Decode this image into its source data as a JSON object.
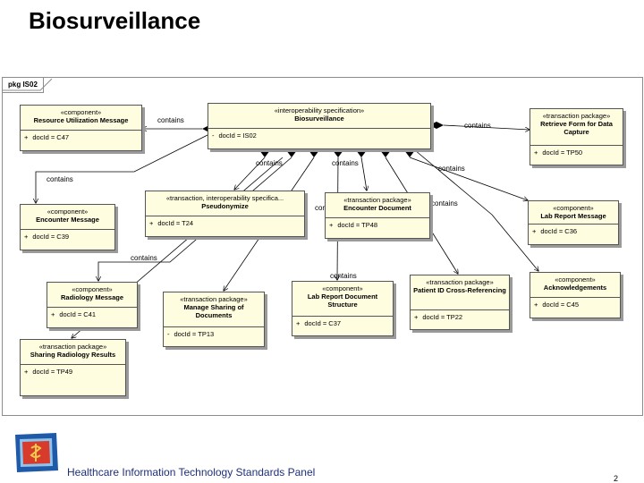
{
  "slide": {
    "title": "Biosurveillance",
    "footer": "Healthcare Information Technology Standards Panel",
    "page_number": "2"
  },
  "diagram": {
    "package_tab": "pkg IS02",
    "connector_label": "contains",
    "nodes": {
      "bio": {
        "stereotype": "«interoperability specification»",
        "name": "Biosurveillance",
        "visibility": "-",
        "attribute": "docId = IS02"
      },
      "ru": {
        "stereotype": "«component»",
        "name": "Resource Utilization Message",
        "visibility": "+",
        "attribute": "docId = C47"
      },
      "rfd": {
        "stereotype": "«transaction package»",
        "name": "Retrieve Form for Data Capture",
        "visibility": "+",
        "attribute": "docId = TP50"
      },
      "enc": {
        "stereotype": "«component»",
        "name": "Encounter Message",
        "visibility": "+",
        "attribute": "docId = C39"
      },
      "pseudo": {
        "stereotype": "«transaction, interoperability specifica...",
        "name": "Pseudonymize",
        "visibility": "+",
        "attribute": "docId = T24"
      },
      "encdoc": {
        "stereotype": "«transaction package»",
        "name": "Encounter Document",
        "visibility": "+",
        "attribute": "docId = TP48"
      },
      "lab": {
        "stereotype": "«component»",
        "name": "Lab Report Message",
        "visibility": "+",
        "attribute": "docId = C36"
      },
      "rad": {
        "stereotype": "«component»",
        "name": "Radiology Message",
        "visibility": "+",
        "attribute": "docId = C41"
      },
      "msd": {
        "stereotype": "«transaction package»",
        "name": "Manage Sharing of Documents",
        "visibility": "-",
        "attribute": "docId = TP13"
      },
      "labdoc": {
        "stereotype": "«component»",
        "name": "Lab Report Document Structure",
        "visibility": "+",
        "attribute": "docId = C37"
      },
      "pix": {
        "stereotype": "«transaction package»",
        "name": "Patient ID Cross-Referencing",
        "visibility": "+",
        "attribute": "docId = TP22"
      },
      "ack": {
        "stereotype": "«component»",
        "name": "Acknowledgements",
        "visibility": "+",
        "attribute": "docId = C45"
      },
      "srr": {
        "stereotype": "«transaction package»",
        "name": "Sharing Radiology Results",
        "visibility": "+",
        "attribute": "docId = TP49"
      }
    }
  },
  "colors": {
    "box_fill": "#fffde0",
    "box_border": "#555555",
    "footer_text": "#1f2f7a"
  }
}
